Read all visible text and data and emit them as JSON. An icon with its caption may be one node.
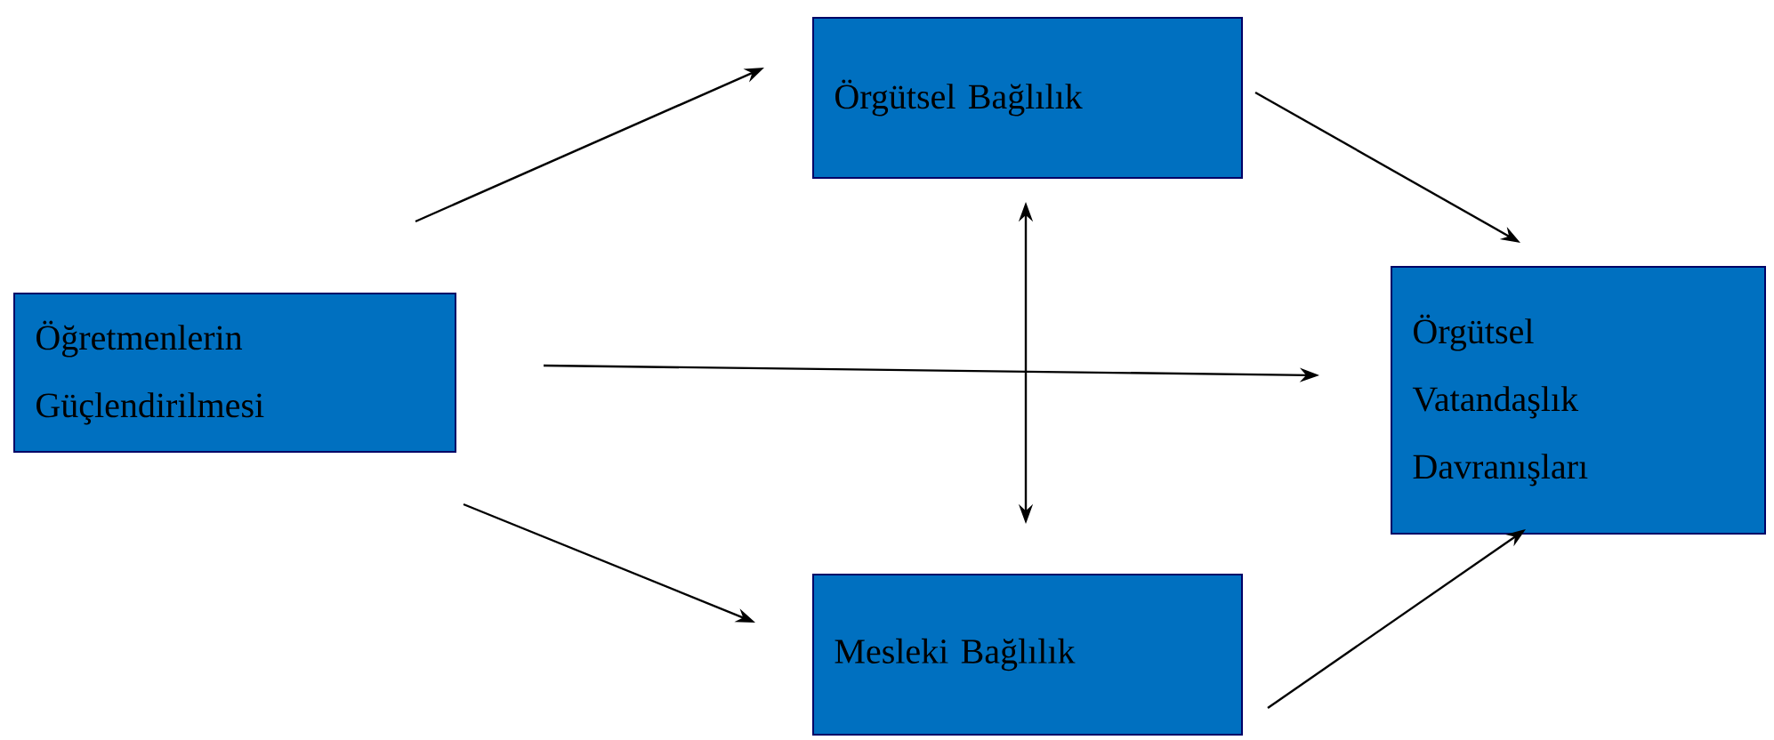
{
  "diagram": {
    "nodes": [
      {
        "text": [
          "Öğretmenlerin Güçlendirilmesi"
        ]
      },
      {
        "text": [
          "Örgütsel Bağlılık"
        ]
      },
      {
        "text": [
          "Mesleki Bağlılık"
        ]
      },
      {
        "text": [
          "Örgütsel Vatandaşlık Davranışları"
        ]
      }
    ],
    "edges": [
      {
        "from": 0,
        "to": 1,
        "arrow": "to"
      },
      {
        "from": 0,
        "to": 3,
        "arrow": "to"
      },
      {
        "from": 0,
        "to": 2,
        "arrow": "to"
      },
      {
        "from": 1,
        "to": 2,
        "arrow": "both"
      },
      {
        "from": 1,
        "to": 3,
        "arrow": "to"
      },
      {
        "from": 2,
        "to": 3,
        "arrow": "to"
      }
    ]
  }
}
